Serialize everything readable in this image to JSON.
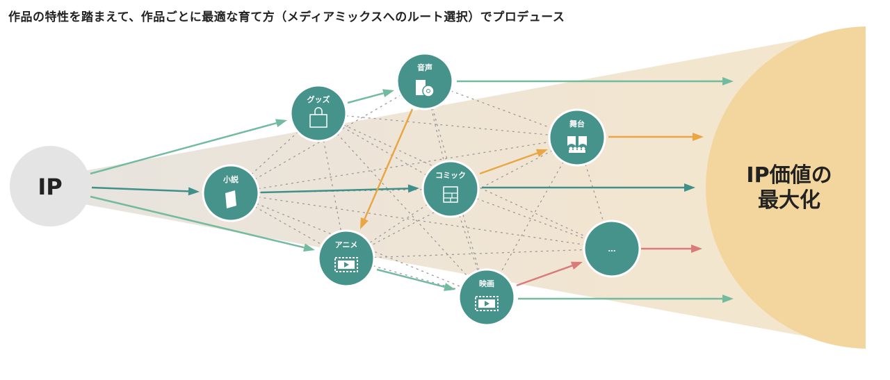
{
  "title": "作品の特性を踏まえて、作品ごとに最適な育て方（メディアミックスへのルート選択）でプロデュース",
  "ip_label": "IP",
  "goal": {
    "line1": "IP価値の",
    "line2": "最大化"
  },
  "nodes": {
    "novel": "小説",
    "goods": "グッズ",
    "audio": "音声",
    "stage": "舞台",
    "comic": "コミック",
    "anime": "アニメ",
    "film": "映画",
    "more": "…"
  },
  "colors": {
    "node": "#46938b",
    "green": "#72bb9e",
    "teal": "#3f8f8a",
    "orange": "#e8a644",
    "red": "#d97b7b",
    "goal": "#f3d69e",
    "cone": "#efe5d5"
  }
}
